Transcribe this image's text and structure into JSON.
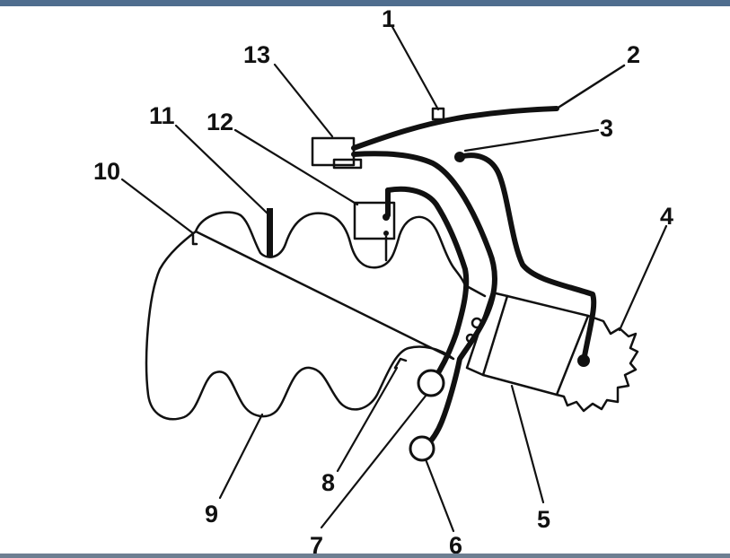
{
  "window": {
    "top_bar_color": "#4f6d8e",
    "bottom_bar_color": "#6e7f92"
  },
  "diagram": {
    "callouts": [
      {
        "id": "1",
        "text": "1"
      },
      {
        "id": "2",
        "text": "2"
      },
      {
        "id": "3",
        "text": "3"
      },
      {
        "id": "4",
        "text": "4"
      },
      {
        "id": "5",
        "text": "5"
      },
      {
        "id": "6",
        "text": "6"
      },
      {
        "id": "7",
        "text": "7"
      },
      {
        "id": "8",
        "text": "8"
      },
      {
        "id": "9",
        "text": "9"
      },
      {
        "id": "10",
        "text": "10"
      },
      {
        "id": "11",
        "text": "11"
      },
      {
        "id": "12",
        "text": "12"
      },
      {
        "id": "13",
        "text": "13"
      }
    ]
  }
}
